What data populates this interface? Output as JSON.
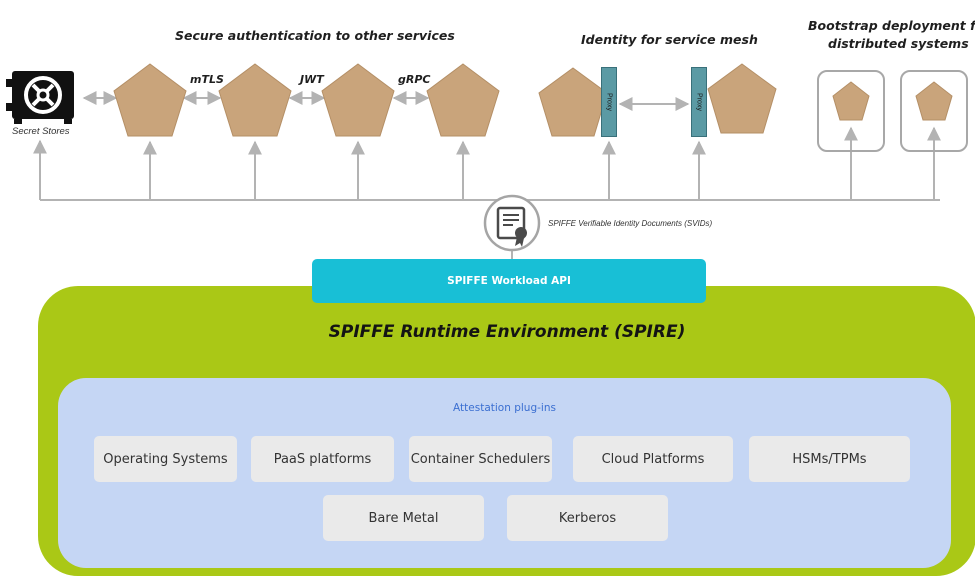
{
  "headings": {
    "secure_auth": "Secure authentication to other services",
    "identity_mesh": "Identity for service mesh",
    "bootstrap_line1": "Bootstrap deployment for",
    "bootstrap_line2": "distributed systems"
  },
  "edge_labels": {
    "mtls": "mTLS",
    "jwt": "JWT",
    "grpc": "gRPC"
  },
  "secret_stores_label": "Secret Stores",
  "proxy_labels": [
    "Proxy",
    "Proxy"
  ],
  "svid_label": "SPIFFE Verifiable Identity Documents (SVIDs)",
  "workload_api_label": "SPIFFE Workload API",
  "spire_title": "SPIFFE Runtime Environment (SPIRE)",
  "attestation": {
    "title": "Attestation plug-ins",
    "row1": [
      "Operating Systems",
      "PaaS platforms",
      "Container Schedulers",
      "Cloud Platforms",
      "HSMs/TPMs"
    ],
    "row2": [
      "Bare Metal",
      "Kerberos"
    ]
  },
  "colors": {
    "workload": "#c9a47b",
    "spire": "#aac816",
    "attestation_bg": "#c5d6f4",
    "api_bar": "#18bfd6",
    "proxy": "#5b9aa4",
    "arrow": "#b3b3b3"
  },
  "icons": {
    "secret_store": "safe-icon",
    "svid": "certificate-icon"
  }
}
